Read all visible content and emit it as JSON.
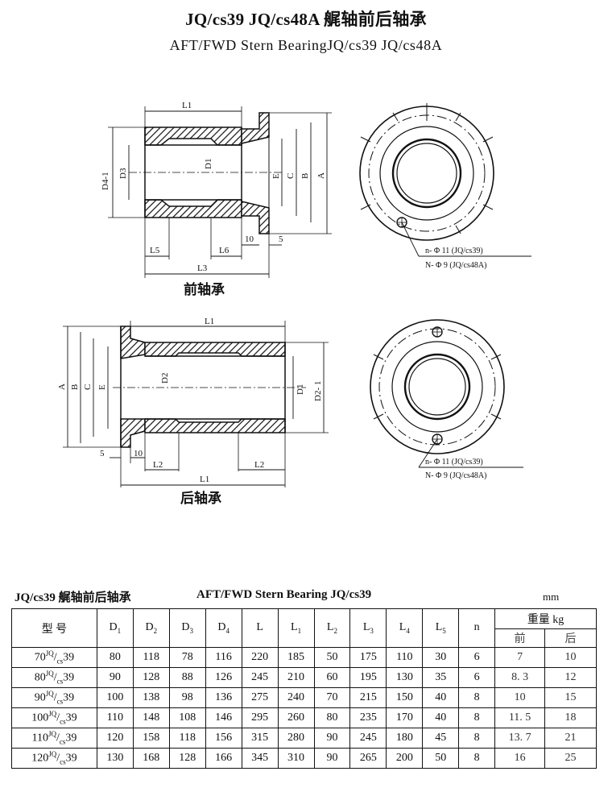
{
  "title": "JQ/cs39 JQ/cs48A 艉轴前后轴承",
  "subtitle": "AFT/FWD Stern BearingJQ/cs39 JQ/cs48A",
  "front": {
    "caption": "前轴承",
    "labels": {
      "L1": "L1",
      "D4": "D4-1",
      "D3": "D3",
      "D1": "D1",
      "E": "E",
      "C": "C",
      "B": "B",
      "A": "A",
      "L5": "L5",
      "L6": "L6",
      "L3": "L3",
      "ten": "10",
      "five": "5"
    },
    "hole_note_1": "n- Φ 11 (JQ/cs39)",
    "hole_note_2": "N- Φ 9 (JQ/cs48A)"
  },
  "rear": {
    "caption": "后轴承",
    "labels": {
      "L1": "L1",
      "A": "A",
      "B": "B",
      "C": "C",
      "E": "E",
      "D2": "D2",
      "D1": "D1",
      "D2_1": "D2- 1",
      "five": "5",
      "ten": "10",
      "L2a": "L2",
      "L2b": "L2",
      "L1b": "L1"
    },
    "hole_note_1": "n- Φ 11 (JQ/cs39)",
    "hole_note_2": "N- Φ 9 (JQ/cs48A)"
  },
  "table": {
    "title_cn": "JQ/cs39 艉轴前后轴承",
    "title_en": "AFT/FWD Stern Bearing JQ/cs39",
    "unit": "mm",
    "model_header": "型   号",
    "weight_header": "重量 kg",
    "weight_front": "前",
    "weight_rear": "后",
    "col_headers": [
      {
        "base": "D",
        "sub": "1"
      },
      {
        "base": "D",
        "sub": "2"
      },
      {
        "base": "D",
        "sub": "3"
      },
      {
        "base": "D",
        "sub": "4"
      },
      {
        "base": "L",
        "sub": ""
      },
      {
        "base": "L",
        "sub": "1"
      },
      {
        "base": "L",
        "sub": "2"
      },
      {
        "base": "L",
        "sub": "3"
      },
      {
        "base": "L",
        "sub": "4"
      },
      {
        "base": "L",
        "sub": "5"
      },
      {
        "base": "n",
        "sub": ""
      }
    ],
    "rows": [
      {
        "size": "70",
        "sup": "JQ",
        "sub": "cs",
        "num": "39",
        "values": [
          "80",
          "118",
          "78",
          "116",
          "220",
          "185",
          "50",
          "175",
          "110",
          "30",
          "6"
        ],
        "front": "7",
        "rear": "10"
      },
      {
        "size": "80",
        "sup": "JQ",
        "sub": "cs",
        "num": "39",
        "values": [
          "90",
          "128",
          "88",
          "126",
          "245",
          "210",
          "60",
          "195",
          "130",
          "35",
          "6"
        ],
        "front": "8. 3",
        "rear": "12"
      },
      {
        "size": "90",
        "sup": "JQ",
        "sub": "cs",
        "num": "39",
        "values": [
          "100",
          "138",
          "98",
          "136",
          "275",
          "240",
          "70",
          "215",
          "150",
          "40",
          "8"
        ],
        "front": "10",
        "rear": "15"
      },
      {
        "size": "100",
        "sup": "JQ",
        "sub": "cs",
        "num": "39",
        "values": [
          "110",
          "148",
          "108",
          "146",
          "295",
          "260",
          "80",
          "235",
          "170",
          "40",
          "8"
        ],
        "front": "11. 5",
        "rear": "18"
      },
      {
        "size": "110",
        "sup": "JQ",
        "sub": "cs",
        "num": "39",
        "values": [
          "120",
          "158",
          "118",
          "156",
          "315",
          "280",
          "90",
          "245",
          "180",
          "45",
          "8"
        ],
        "front": "13. 7",
        "rear": "21"
      },
      {
        "size": "120",
        "sup": "JQ",
        "sub": "cs",
        "num": "39",
        "values": [
          "130",
          "168",
          "128",
          "166",
          "345",
          "310",
          "90",
          "265",
          "200",
          "50",
          "8"
        ],
        "front": "16",
        "rear": "25"
      }
    ]
  }
}
